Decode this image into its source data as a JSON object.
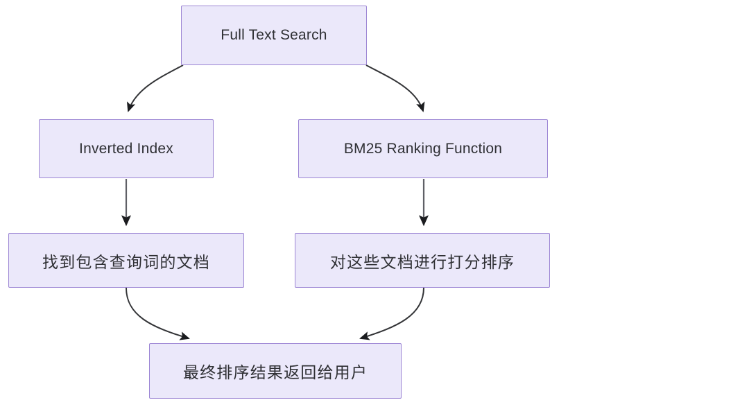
{
  "diagram": {
    "type": "flowchart",
    "title": "Full Text Search flow",
    "background_color": "#ffffff",
    "node_fill_color": "#ebe8fa",
    "node_border_color": "#9c85d4",
    "node_text_color": "#2f3034",
    "edge_color": "#333437",
    "nodes": [
      {
        "id": "root",
        "label": "Full Text Search"
      },
      {
        "id": "inverted",
        "label": "Inverted Index"
      },
      {
        "id": "bm25",
        "label": "BM25 Ranking Function"
      },
      {
        "id": "find_docs",
        "label": "找到包含查询词的文档"
      },
      {
        "id": "score_docs",
        "label": "对这些文档进行打分排序"
      },
      {
        "id": "final",
        "label": "最终排序结果返回给用户"
      }
    ],
    "edges": [
      {
        "from": "root",
        "to": "inverted",
        "style": "curved",
        "arrow": "end"
      },
      {
        "from": "root",
        "to": "bm25",
        "style": "curved",
        "arrow": "end"
      },
      {
        "from": "inverted",
        "to": "find_docs",
        "style": "straight",
        "arrow": "end"
      },
      {
        "from": "bm25",
        "to": "score_docs",
        "style": "straight",
        "arrow": "end"
      },
      {
        "from": "find_docs",
        "to": "final",
        "style": "curved",
        "arrow": "end"
      },
      {
        "from": "score_docs",
        "to": "final",
        "style": "curved",
        "arrow": "end"
      }
    ]
  }
}
